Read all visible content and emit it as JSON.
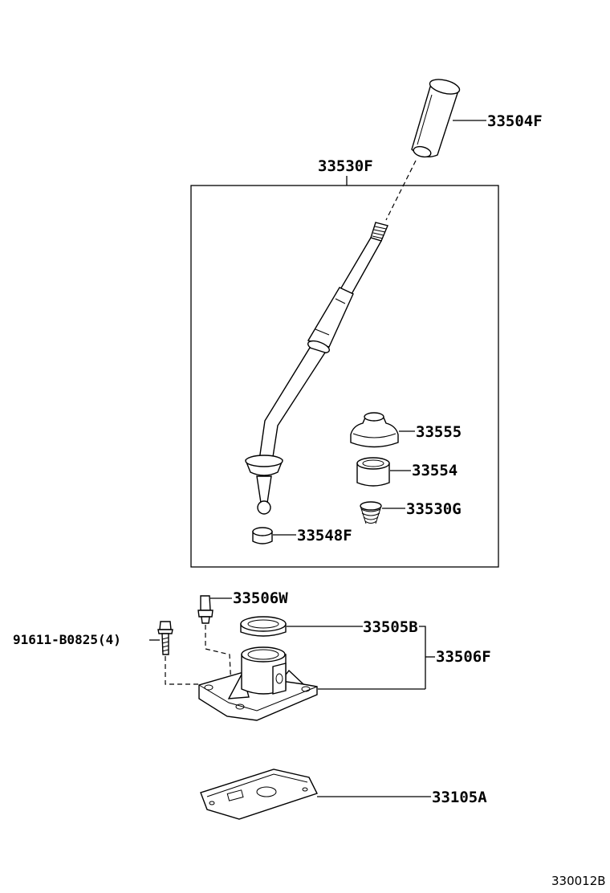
{
  "labels": {
    "knob": "33504F",
    "lever_assy": "33530F",
    "boot": "33555",
    "bushing": "33554",
    "spring": "33530G",
    "seat": "33548F",
    "pin": "33506W",
    "bolt": "91611-B0825(4)",
    "seal": "33505B",
    "retainer": "33506F",
    "plate": "33105A"
  },
  "diagram_id": "330012B",
  "colors": {
    "line": "#000000",
    "background": "#ffffff"
  }
}
